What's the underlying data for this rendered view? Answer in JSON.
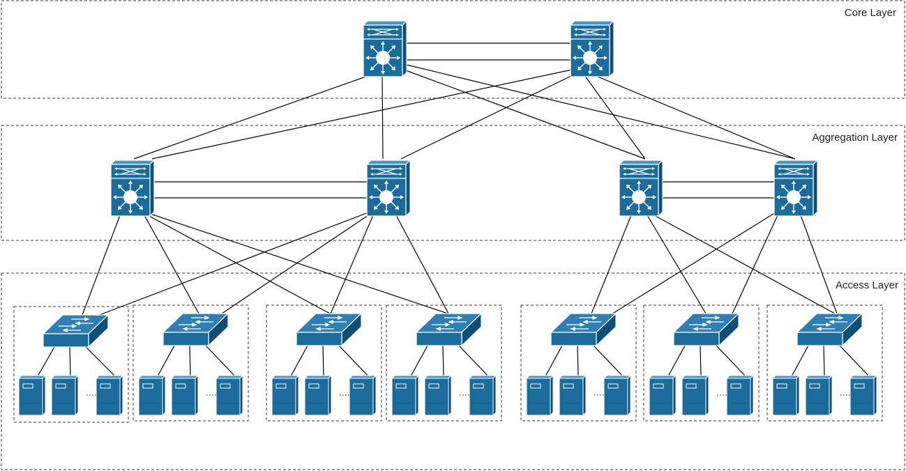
{
  "layers": {
    "core": "Core Layer",
    "aggregation": "Aggregation Layer",
    "access": "Access Layer"
  },
  "colors": {
    "device_front": "#1b6c9b",
    "device_top": "#3f8ec0",
    "device_side": "#0f4f77",
    "device_outline": "#ffffff",
    "link": "#000000",
    "zone_border": "#333333"
  },
  "icons": {
    "core_switch": "layer3-multilayer-switch-icon",
    "aggregation_switch": "layer3-multilayer-switch-icon",
    "access_switch": "workgroup-switch-icon",
    "server": "server-tower-icon"
  },
  "topology": {
    "core_switches": 2,
    "aggregation_switches": 4,
    "access_switches": 7,
    "servers_per_access_switch": 3
  }
}
